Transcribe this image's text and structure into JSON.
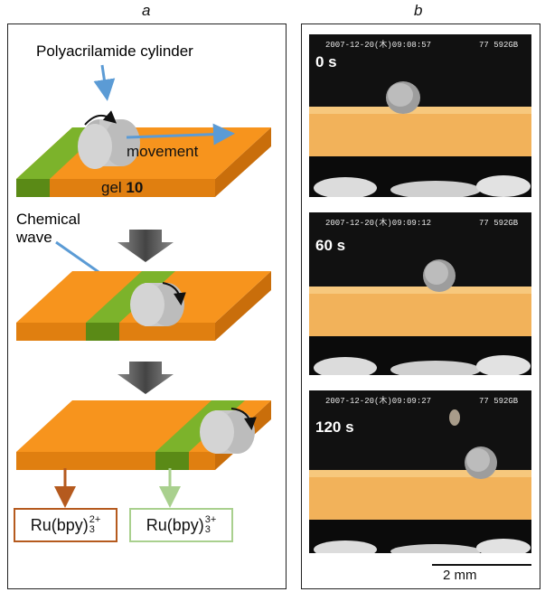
{
  "panels": {
    "a": "a",
    "b": "b"
  },
  "panel_a": {
    "cylinder_label": "Polyacrilamide cylinder",
    "movement_label": "movement",
    "gel_prefix": "gel ",
    "gel_number": "10",
    "wave_label_line1": "Chemical",
    "wave_label_line2": "wave",
    "ru_reduced": {
      "base": "Ru(bpy)",
      "sub": "3",
      "sup": "2+",
      "color": "#b55a1e"
    },
    "ru_oxidized": {
      "base": "Ru(bpy)",
      "sub": "3",
      "sup": "3+",
      "color": "#a9d08e"
    }
  },
  "panel_b": {
    "frames": [
      {
        "time_label": "0 s",
        "timestamp": "2007-12-20(木)09:08:57",
        "code": "77 592GB"
      },
      {
        "time_label": "60 s",
        "timestamp": "2007-12-20(木)09:09:12",
        "code": "77 592GB"
      },
      {
        "time_label": "120 s",
        "timestamp": "2007-12-20(木)09:09:27",
        "code": "77 592GB"
      }
    ],
    "scale_label": "2 mm"
  },
  "colors": {
    "gel_orange": "#f7941d",
    "wave_green": "#6a9a1f",
    "arrow_blue": "#5b9bd5",
    "cylinder_gray": "#c8c8c8"
  }
}
